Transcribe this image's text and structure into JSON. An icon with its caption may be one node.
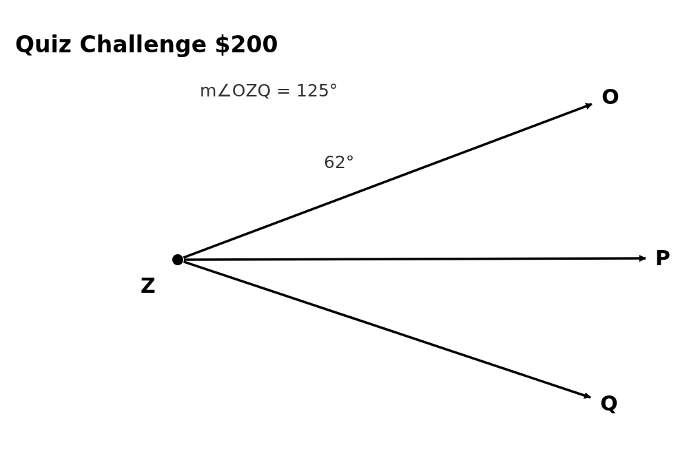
{
  "diagram": {
    "title": "Quiz Challenge $200",
    "nodes": [
      {
        "text": [],
        "shape": "circle",
        "beside": [
          "Z"
        ]
      },
      {
        "text": [
          "O"
        ]
      },
      {
        "text": [
          "P"
        ]
      },
      {
        "text": [
          "Q"
        ]
      }
    ],
    "edges": [
      {
        "from": 0,
        "to": 1,
        "arrow": "to"
      },
      {
        "from": 0,
        "to": 2,
        "arrow": "to"
      },
      {
        "from": 0,
        "to": 3,
        "arrow": "to"
      }
    ],
    "labels": [
      "m∠OZQ = 125°",
      "62°"
    ]
  }
}
